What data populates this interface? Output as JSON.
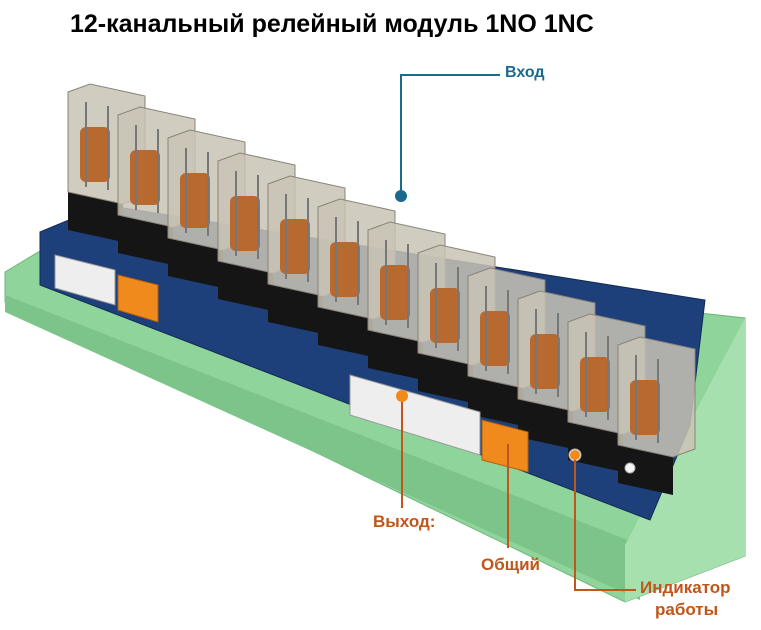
{
  "title": "12-канальный релейный модуль 1NO 1NC",
  "relay_count": 12,
  "labels": {
    "input": "Вход",
    "output": "Выход:",
    "common": "Общий",
    "indicator_line1": "Индикатор",
    "indicator_line2": "работы"
  },
  "colors": {
    "input_callout": "#1b6a8e",
    "output_callout": "#c0561a",
    "rail": "#8fd49a",
    "pcb": "#1d3f7a",
    "terminal_orange": "#f08a1c",
    "coil": "#b8692f"
  }
}
